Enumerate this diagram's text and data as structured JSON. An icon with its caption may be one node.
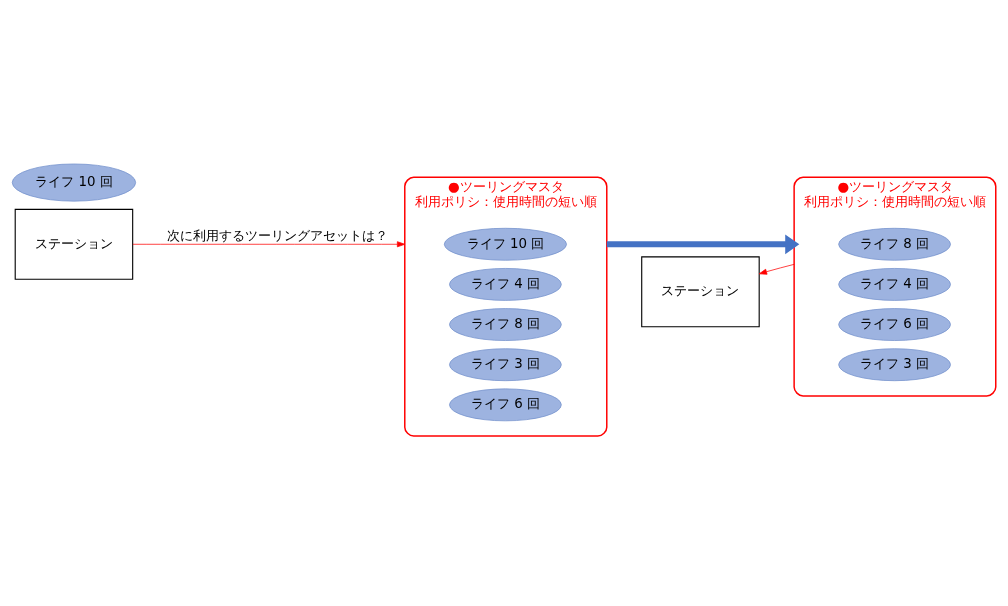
{
  "diagram": {
    "nodes": [
      {
        "text": [
          "ステーション"
        ]
      },
      {
        "text": [
          "ステーション"
        ]
      },
      {
        "text": [
          "●ツーリングマスタ",
          "利用ポリシ：使用時間の短い順"
        ]
      },
      {
        "text": [
          "ライフ 10 回"
        ],
        "in": 2
      },
      {
        "text": [
          "ライフ 4 回"
        ],
        "in": 2
      },
      {
        "text": [
          "ライフ 8 回"
        ],
        "in": 2
      },
      {
        "text": [
          "ライフ 3 回"
        ],
        "in": 2
      },
      {
        "text": [
          "ライフ 6 回"
        ],
        "in": 2
      },
      {
        "text": [
          "●ツーリングマスタ",
          "利用ポリシ：使用時間の短い順"
        ]
      },
      {
        "text": [
          "ライフ 8 回"
        ],
        "in": 8
      },
      {
        "text": [
          "ライフ 4 回"
        ],
        "in": 8
      },
      {
        "text": [
          "ライフ 6 回"
        ],
        "in": 8
      },
      {
        "text": [
          "ライフ 3 回"
        ],
        "in": 8
      },
      {
        "text": [
          "ライフ 10 回"
        ]
      }
    ],
    "edges": [
      {
        "from": 0,
        "to": 2,
        "arrow": "to",
        "label": "次に利用するツーリングアセットは？"
      },
      {
        "from": 2,
        "to": 8,
        "arrow": "to",
        "style": "thick",
        "color": "#4472c4"
      },
      {
        "from": 8,
        "to": 1,
        "arrow": "to"
      }
    ]
  }
}
